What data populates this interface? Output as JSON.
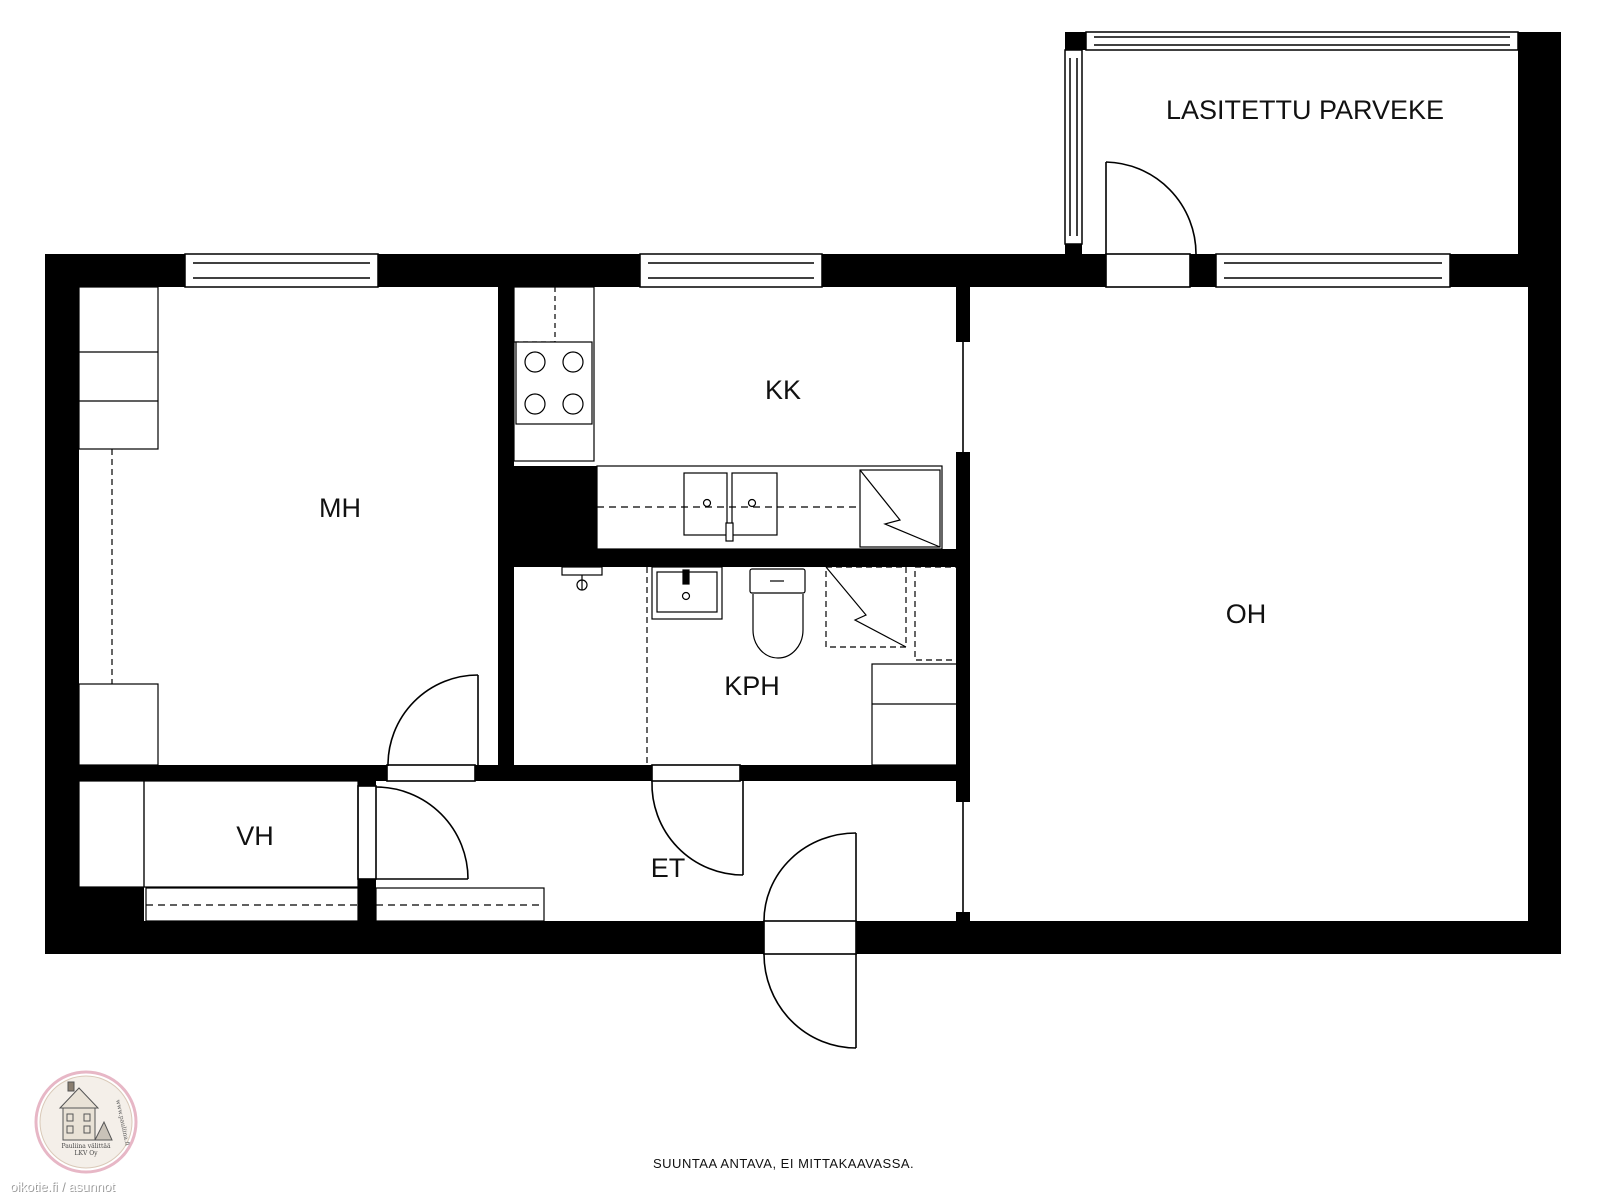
{
  "rooms": {
    "balcony": "LASITETTU PARVEKE",
    "kitchen": "KK",
    "bedroom": "MH",
    "living": "OH",
    "bathroom": "KPH",
    "closet": "VH",
    "hall": "ET"
  },
  "footer": {
    "disclaimer": "SUUNTAA ANTAVA, EI MITTAKAAVASSA.",
    "watermark": "oikotie.fi / asunnot"
  },
  "logo": {
    "name_line1": "Pauliina välittää",
    "name_line2": "LKV Oy",
    "website": "www.pauliina.fi"
  },
  "colors": {
    "wall": "#000000",
    "background": "#ffffff",
    "logo_ring": "#e7b7c6"
  }
}
